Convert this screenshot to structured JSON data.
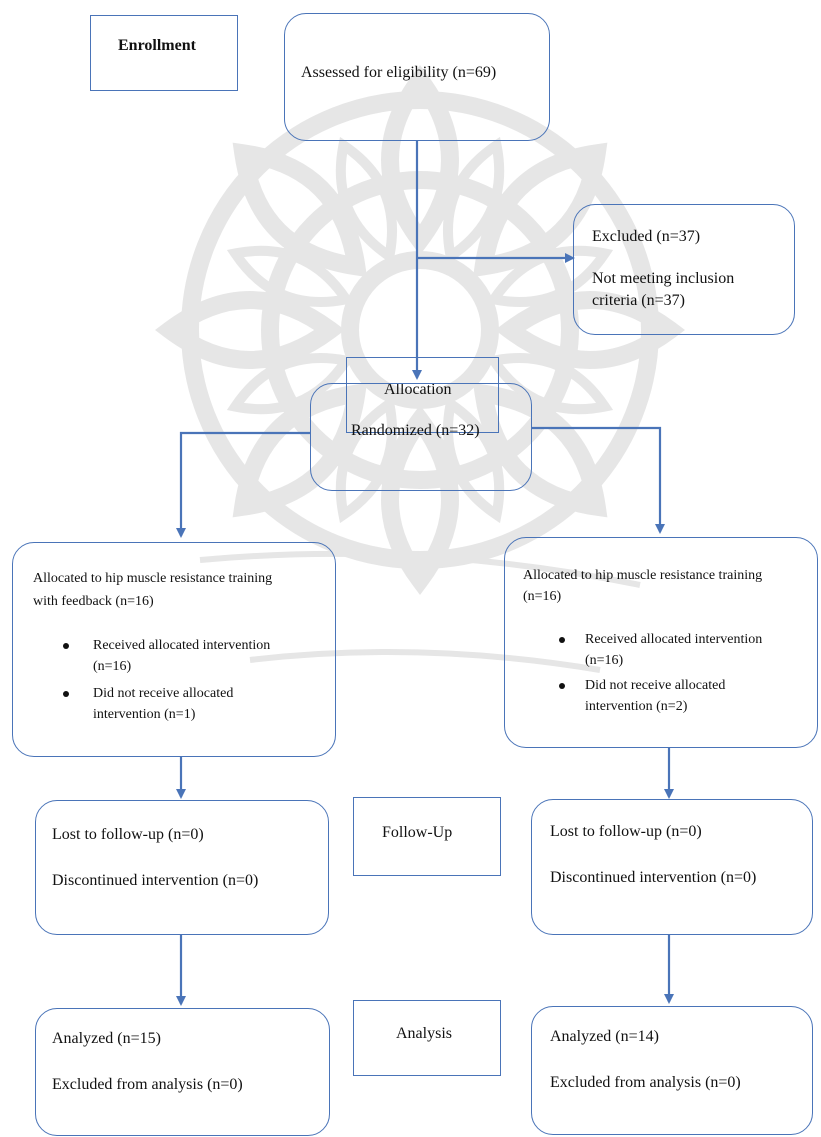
{
  "labels": {
    "enrollment": "Enrollment",
    "allocation": "Allocation",
    "follow_up": "Follow-Up",
    "analysis": "Analysis"
  },
  "boxes": {
    "assessed": "Assessed for eligibility (n=69)",
    "excluded_title": "Excluded (n=37)",
    "excluded_reason_l1": "Not meeting inclusion",
    "excluded_reason_l2": "criteria (n=37)",
    "randomized": "Randomized (n=32)"
  },
  "left_arm": {
    "alloc_l1": "Allocated to hip muscle resistance training",
    "alloc_l2": "with feedback (n=16)",
    "received_l1": "Received allocated intervention",
    "received_l2": "(n=16)",
    "not_received_l1": "Did not receive allocated",
    "not_received_l2": "intervention (n=1)",
    "lost": "Lost to follow-up (n=0)",
    "discontinued": "Discontinued intervention (n=0)",
    "analyzed": "Analyzed (n=15)",
    "excluded_analysis": "Excluded from analysis (n=0)"
  },
  "right_arm": {
    "alloc_l1": "Allocated to hip muscle resistance training",
    "alloc_l2": "(n=16)",
    "received_l1": "Received allocated intervention",
    "received_l2": "(n=16)",
    "not_received_l1": "Did not receive allocated",
    "not_received_l2": "intervention (n=2)",
    "lost": "Lost to follow-up (n=0)",
    "discontinued": "Discontinued intervention (n=0)",
    "analyzed": "Analyzed (n=14)",
    "excluded_analysis": "Excluded from analysis (n=0)"
  },
  "colors": {
    "line": "#4a74b8",
    "text": "#111111",
    "watermark": "#e2e2e2"
  }
}
